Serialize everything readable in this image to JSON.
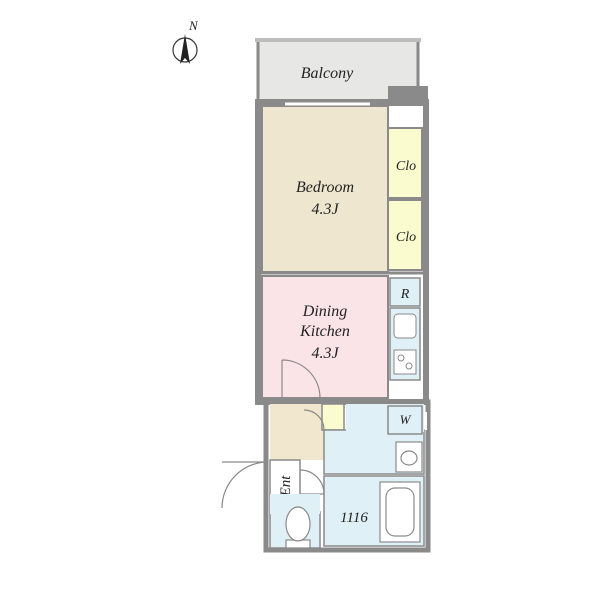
{
  "compass": {
    "label": "N"
  },
  "rooms": {
    "balcony": {
      "label": "Balcony"
    },
    "bedroom": {
      "name": "Bedroom",
      "size": "4.3J"
    },
    "closet_top": {
      "label": "Clo"
    },
    "closet_bottom": {
      "label": "Clo"
    },
    "dining_kitchen": {
      "line1": "Dining",
      "line2": "Kitchen",
      "size": "4.3J"
    },
    "refrigerator": {
      "label": "R"
    },
    "washer": {
      "label": "W"
    },
    "entrance": {
      "label": "Ent"
    },
    "bath_size": {
      "label": "1116"
    }
  },
  "colors": {
    "wall": "#8a8a8a",
    "balcony": "#e7e7e5",
    "bedroom": "#efe6cf",
    "closet": "#fbfbd0",
    "kitchen": "#fbe4e8",
    "wet_area": "#dff1f7",
    "entrance_floor": "#f1e7cf",
    "shoe_box": "#fbfbd0"
  }
}
